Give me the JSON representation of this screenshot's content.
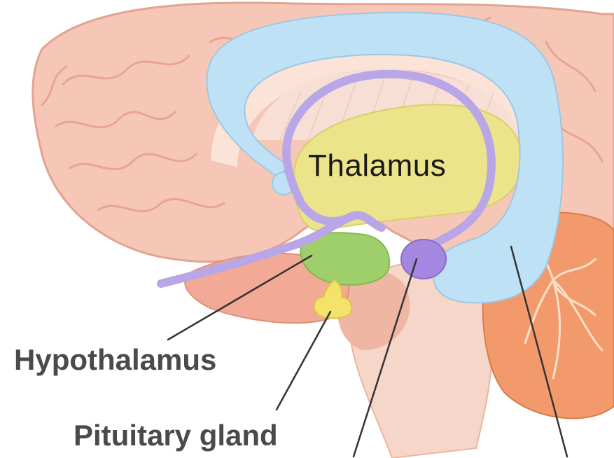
{
  "labels": {
    "thalamus": "Thalamus",
    "hypothalamus": "Hypothalamus",
    "pituitary_gland": "Pituitary gland"
  },
  "colors": {
    "cortex": "#f6c7b6",
    "cortex_fold": "#e9a594",
    "thalamus": "#ece48a",
    "hypothalamus": "#9fcf6a",
    "pituitary": "#f3e36a",
    "fornix_lilac": "#b9a6e6",
    "mammillary_purple": "#a487e0",
    "hippocampus_blue": "#bfe1f6",
    "cerebellum": "#f29a6c",
    "brainstem": "#f6d6c8",
    "leader_line": "#333333",
    "label_text": "#4a4a4a"
  }
}
